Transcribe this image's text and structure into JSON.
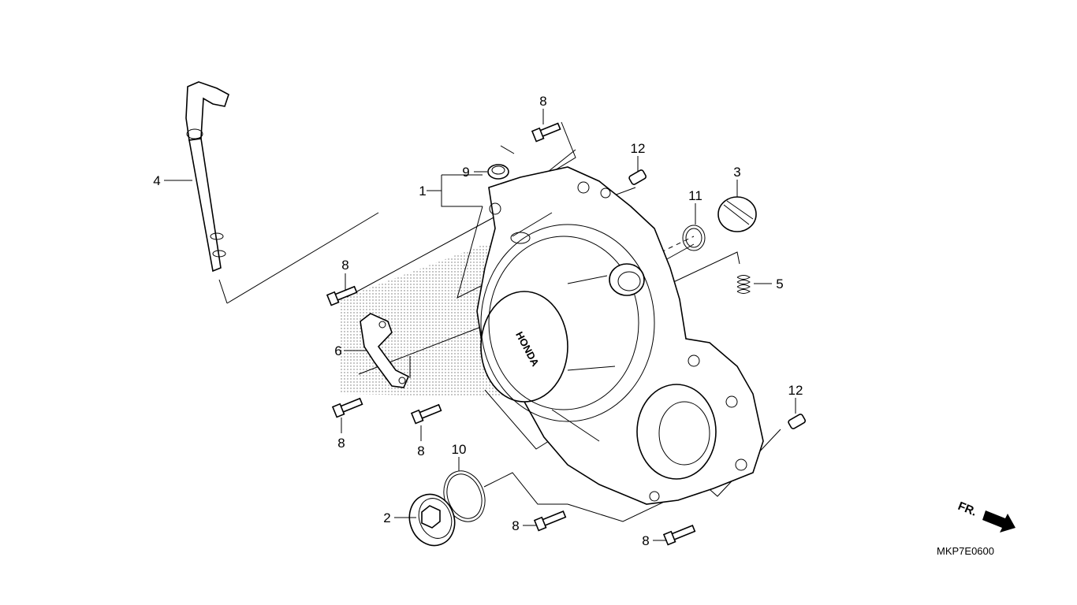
{
  "diagram": {
    "callouts": {
      "c1": "1",
      "c2": "2",
      "c3": "3",
      "c4": "4",
      "c5": "5",
      "c6": "6",
      "c8a": "8",
      "c8b": "8",
      "c8c": "8",
      "c8d": "8",
      "c8e": "8",
      "c8f": "8",
      "c9": "9",
      "c10": "10",
      "c11": "11",
      "c12a": "12",
      "c12b": "12"
    },
    "direction_label": "FR.",
    "figure_code": "MKP7E0600",
    "logo_text": "HONDA"
  }
}
